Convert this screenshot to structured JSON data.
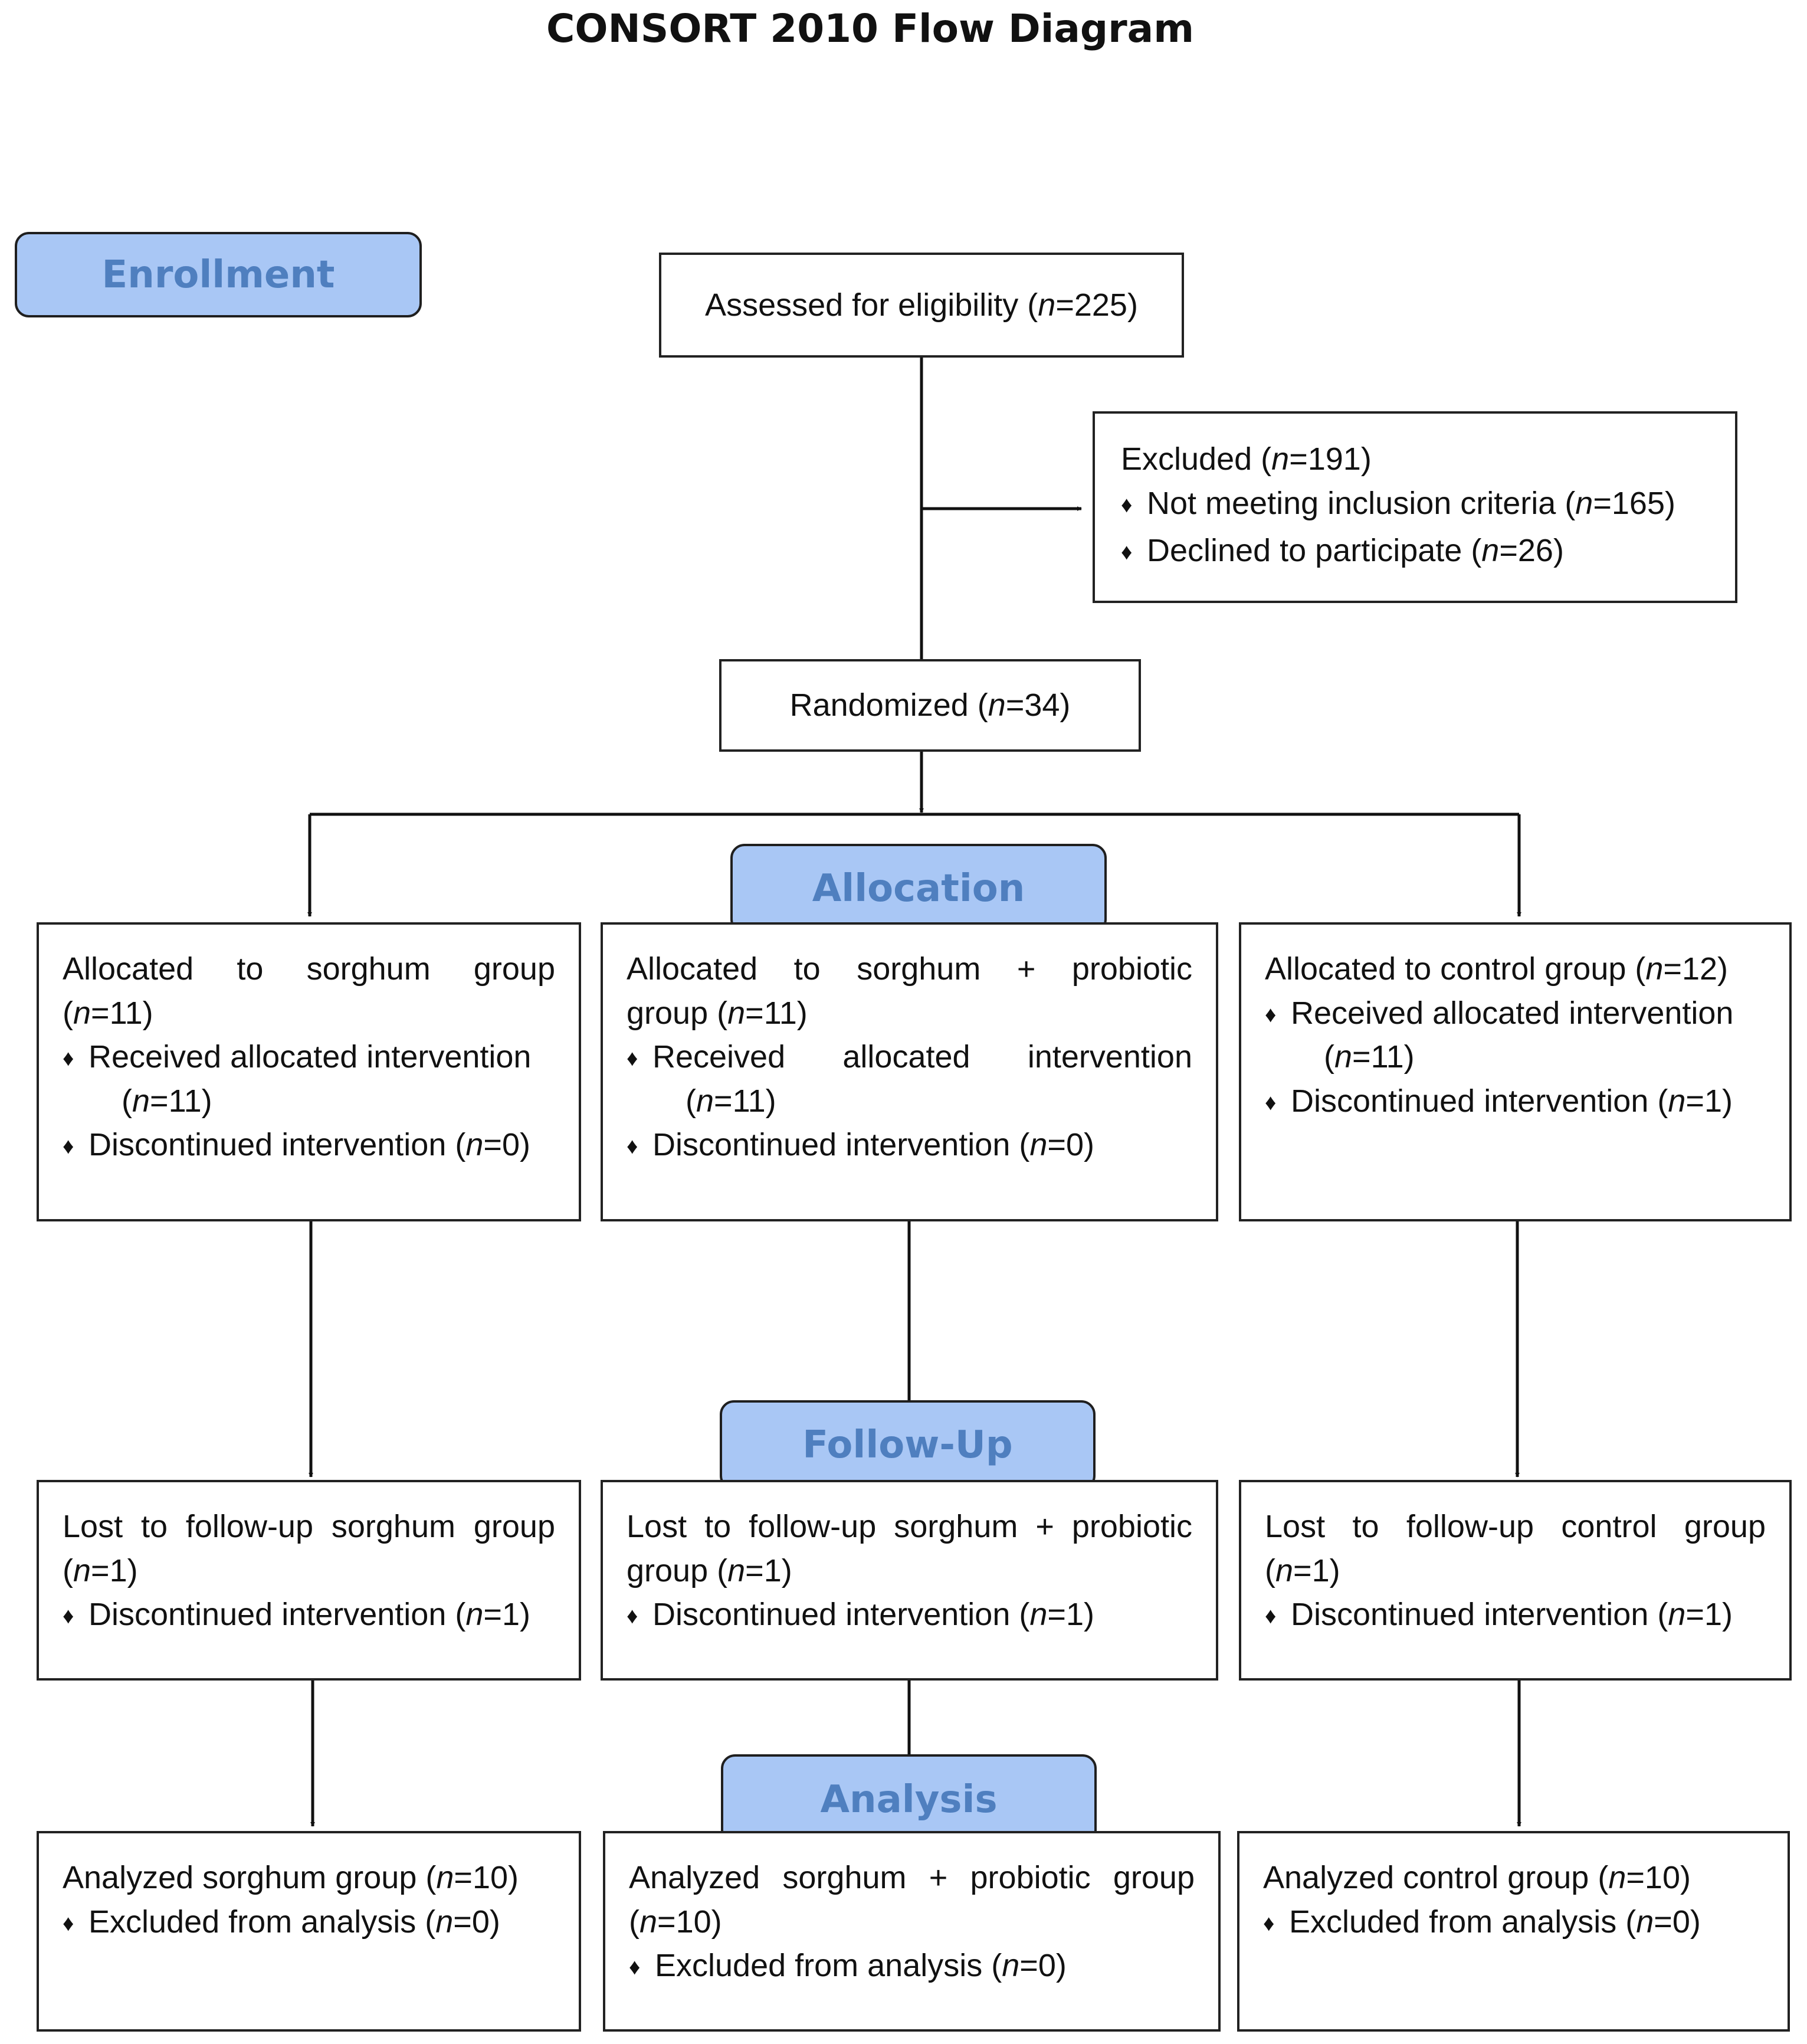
{
  "title": "CONSORT 2010 Flow Diagram",
  "stages": {
    "enrollment": "Enrollment",
    "allocation": "Allocation",
    "follow_up": "Follow-Up",
    "analysis": "Analysis"
  },
  "assessed": "Assessed for eligibility (n=225)",
  "excluded": {
    "heading": "Excluded (n=191)",
    "items": [
      "Not meeting inclusion criteria (n=165)",
      "Declined to participate (n=26)"
    ]
  },
  "randomized": "Randomized (n=34)",
  "allocated": [
    {
      "line1": "Allocated to sorghum group",
      "line2": "(n=11)",
      "item1_line1": "Received allocated intervention",
      "item1_line2": "(n=11)",
      "item2": "Discontinued intervention (n=0)"
    },
    {
      "line1": "Allocated to sorghum + probiotic",
      "line2": "group (n=11)",
      "item1_line1": "Received allocated intervention",
      "item1_line2": "(n=11)",
      "item2": "Discontinued intervention (n=0)"
    },
    {
      "line1": "Allocated to control group (n=12)",
      "item1_line1": "Received allocated intervention",
      "item1_line2": "(n=11)",
      "item2": "Discontinued intervention (n=1)"
    }
  ],
  "lost": [
    {
      "line1": "Lost to follow-up sorghum group",
      "line2": "(n=1)",
      "item": "Discontinued intervention (n=1)"
    },
    {
      "line1": "Lost to follow-up sorghum + probiotic",
      "line2": "group (n=1)",
      "item": "Discontinued intervention (n=1)"
    },
    {
      "line1": "Lost to follow-up control group",
      "line2": "(n=1)",
      "item": "Discontinued intervention (n=1)"
    }
  ],
  "analyzed": [
    {
      "line1": "Analyzed sorghum group (n=10)",
      "item": "Excluded from analysis (n=0)"
    },
    {
      "line1": "Analyzed sorghum + probiotic group",
      "line2": "(n=10)",
      "item": "Excluded from analysis (n=0)"
    },
    {
      "line1": "Analyzed control group (n=10)",
      "item": "Excluded from analysis (n=0)"
    }
  ],
  "bullet_glyph": "♦"
}
